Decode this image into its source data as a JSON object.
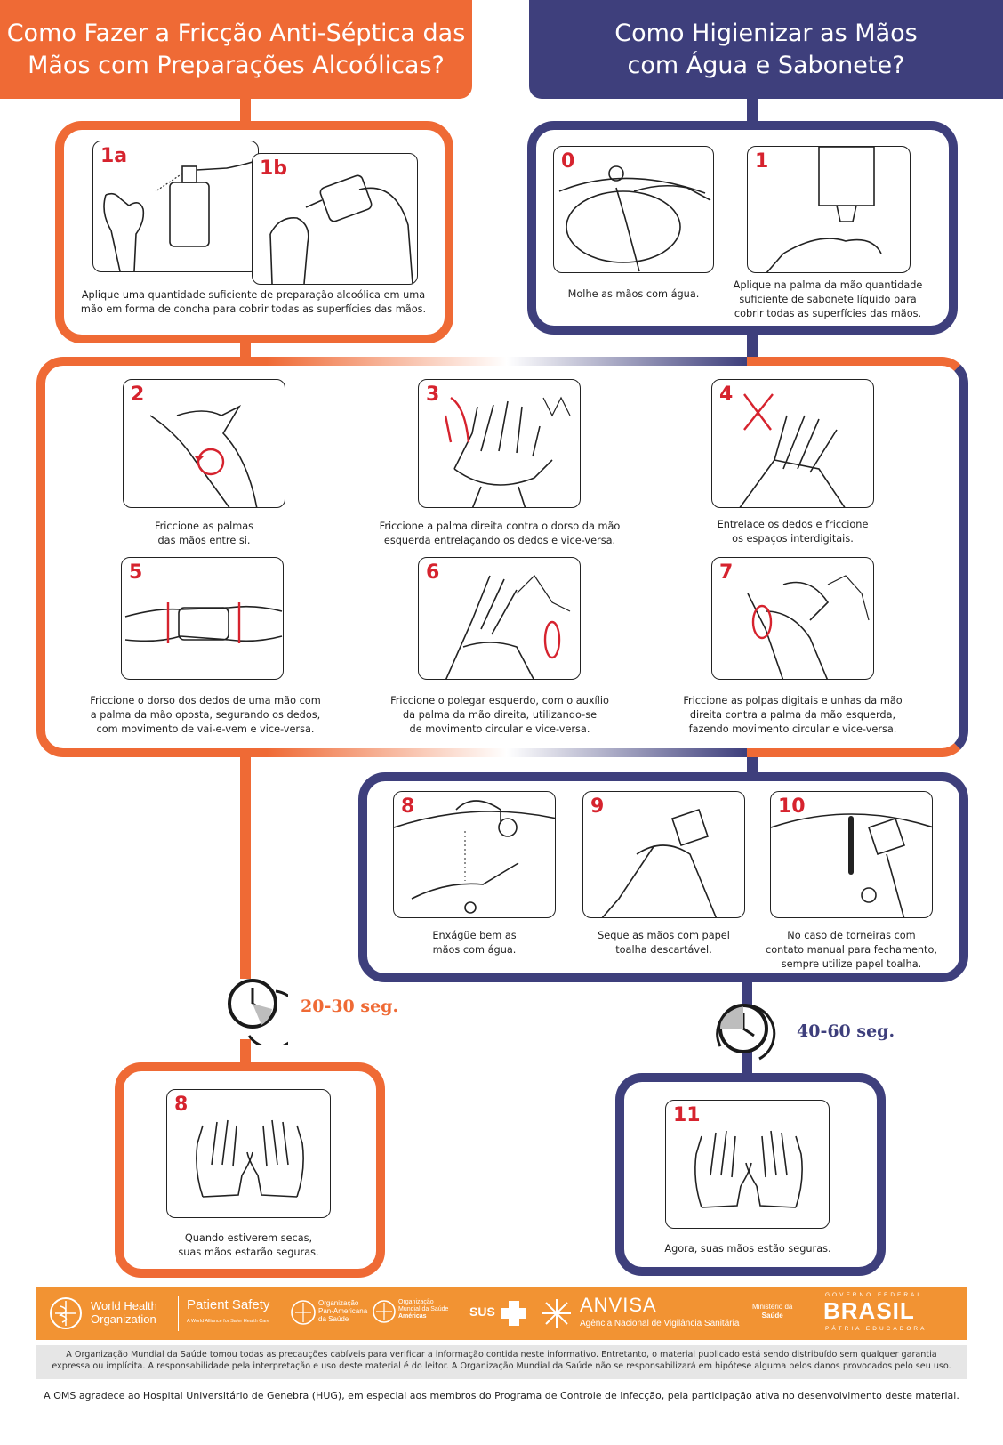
{
  "headers": {
    "left": "Como Fazer a Fricção Anti-Séptica das Mãos com Preparações Alcoólicas?",
    "left_line1": "Como Fazer a Fricção Anti-Séptica das",
    "left_line2": "Mãos com Preparações Alcoólicas?",
    "right_line1": "Como Higienizar as Mãos",
    "right_line2": "com Água e Sabonete?"
  },
  "steps": {
    "s1a": {
      "num": "1a"
    },
    "s1b": {
      "num": "1b"
    },
    "s1_caption_l1": "Aplique uma quantidade suficiente de preparação alcoólica em uma",
    "s1_caption_l2": "mão em forma de concha para cobrir todas as superfícies das mãos.",
    "s0": {
      "num": "0",
      "l1": "Molhe as mãos com água."
    },
    "s1": {
      "num": "1",
      "l1": "Aplique na palma da mão quantidade",
      "l2": "suficiente de sabonete líquido para",
      "l3": "cobrir todas as superfícies das mãos."
    },
    "s2": {
      "num": "2",
      "l1": "Friccione as palmas",
      "l2": "das mãos entre si."
    },
    "s3": {
      "num": "3",
      "l1": "Friccione a palma direita contra o dorso da mão",
      "l2": "esquerda entrelaçando os dedos e vice-versa."
    },
    "s4": {
      "num": "4",
      "l1": "Entrelace os dedos e friccione",
      "l2": "os espaços interdigitais."
    },
    "s5": {
      "num": "5",
      "l1": "Friccione o dorso dos dedos de uma mão com",
      "l2": "a palma da mão oposta, segurando os dedos,",
      "l3": "com movimento de vai-e-vem e vice-versa."
    },
    "s6": {
      "num": "6",
      "l1": "Friccione o polegar esquerdo, com o auxílio",
      "l2": "da palma da mão direita, utilizando-se",
      "l3": "de movimento circular e vice-versa."
    },
    "s7": {
      "num": "7",
      "l1": "Friccione as polpas digitais e unhas da mão",
      "l2": "direita contra a palma da mão esquerda,",
      "l3": "fazendo movimento circular e vice-versa."
    },
    "s8w": {
      "num": "8",
      "l1": "Enxágüe bem as",
      "l2": "mãos com água."
    },
    "s9": {
      "num": "9",
      "l1": "Seque as mãos com papel",
      "l2": "toalha descartável."
    },
    "s10": {
      "num": "10",
      "l1": "No caso de torneiras com",
      "l2": "contato manual para fechamento,",
      "l3": "sempre utilize papel toalha."
    },
    "s8a": {
      "num": "8",
      "l1": "Quando estiverem secas,",
      "l2": "suas mãos estarão seguras."
    },
    "s11": {
      "num": "11",
      "l1": "Agora, suas mãos estão seguras."
    }
  },
  "timers": {
    "left": "20-30 seg.",
    "right": "40-60 seg."
  },
  "colors": {
    "orange": "#ef6a35",
    "navy": "#3e3f7c",
    "red": "#d6232e",
    "footer": "#f29333"
  },
  "footer": {
    "who_l1": "World Health",
    "who_l2": "Organization",
    "ps_title": "Patient Safety",
    "ps_sub": "A World Alliance for Safer Health Care",
    "opas_l1": "Organização",
    "opas_l2": "Pan-Americana",
    "opas_l3": "da Saúde",
    "oms_l1": "Organização",
    "oms_l2": "Mundial da Saúde",
    "oms_l3": "Américas",
    "sus": "SUS",
    "anvisa": "ANVISA",
    "anvisa_sub": "Agência Nacional de Vigilância Sanitária",
    "min_l1": "Ministério da",
    "min_l2": "Saúde",
    "gov_top": "GOVERNO FEDERAL",
    "brasil": "BRASIL",
    "gov_bottom": "PÁTRIA EDUCADORA"
  },
  "disclaimer_l1": "A Organização Mundial da Saúde tomou todas as precauções cabíveis para verificar a informação contida neste informativo. Entretanto, o material publicado está sendo distribuído sem qualquer garantia",
  "disclaimer_l2": "expressa ou implícita. A responsabilidade pela interpretação e uso deste material é do leitor. A Organização Mundial da Saúde não se responsabilizará em hipótese alguma pelos danos provocados pelo seu uso.",
  "thanks": "A OMS agradece ao Hospital Universitário de Genebra (HUG), em especial aos membros do Programa de Controle de Infecção, pela participação ativa no desenvolvimento deste material."
}
